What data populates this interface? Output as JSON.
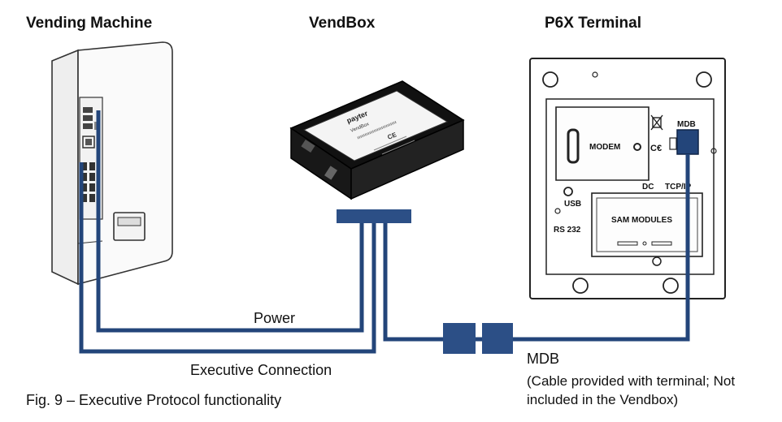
{
  "headings": {
    "vending_machine": "Vending Machine",
    "vendbox": "VendBox",
    "terminal": "P6X Terminal"
  },
  "device_labels": {
    "vendbox_brand": "payter",
    "vendbox_model": "VendBox",
    "modem": "MODEM",
    "mdb_port": "MDB",
    "dc": "DC",
    "tcpip": "TCP/IP",
    "usb": "USB",
    "rs232": "RS 232",
    "sam_modules": "SAM MODULES"
  },
  "connections": {
    "power": "Power",
    "executive": "Executive Connection",
    "mdb": "MDB",
    "mdb_note_line1": "(Cable provided with terminal; Not",
    "mdb_note_line2": "included in the Vendbox)"
  },
  "caption": "Fig. 9 – Executive Protocol functionality",
  "colors": {
    "cable": "#23457a",
    "connector": "#2c4f86",
    "outline": "#222222"
  }
}
